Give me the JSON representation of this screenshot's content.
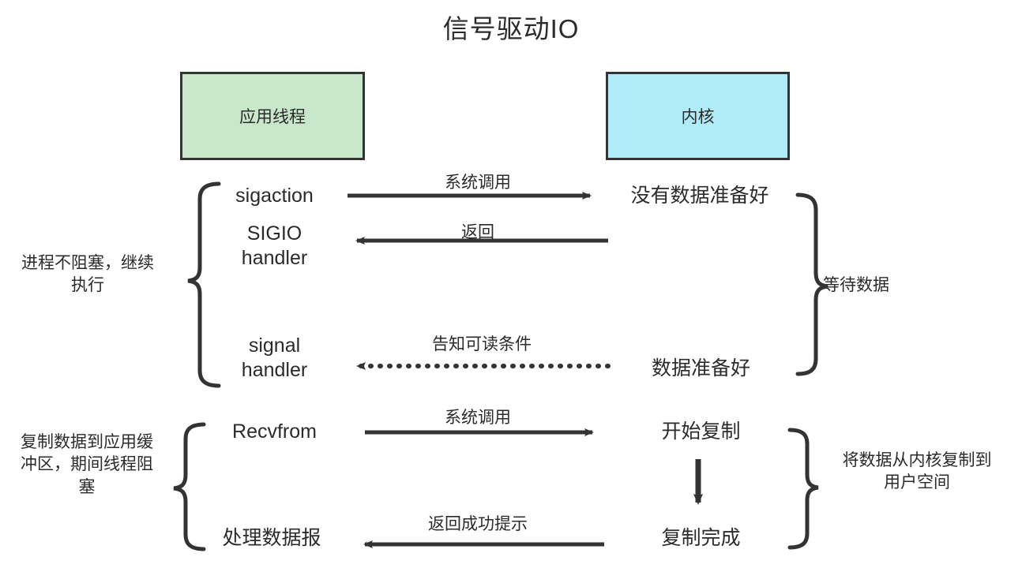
{
  "title": "信号驱动IO",
  "colors": {
    "app_box_fill": "#c9e7cb",
    "kernel_box_fill": "#b0ecf7",
    "stroke": "#333333",
    "text": "#2b2b2b",
    "background": "#ffffff"
  },
  "boxes": {
    "app": {
      "label": "应用线程"
    },
    "kernel": {
      "label": "内核"
    }
  },
  "left_notes": {
    "nonblocking": "进程不阻塞，继续\n执行",
    "copying": "复制数据到应用缓\n冲区，期间线程阻\n塞"
  },
  "right_notes": {
    "waiting": "等待数据",
    "copy_to_user": "将数据从内核复制到\n用户空间"
  },
  "app_steps": [
    {
      "label": "sigaction"
    },
    {
      "label": "SIGIO\nhandler"
    },
    {
      "label": "signal\nhandler"
    },
    {
      "label": "Recvfrom"
    },
    {
      "label": "处理数据报"
    }
  ],
  "kernel_steps": [
    {
      "label": "没有数据准备好"
    },
    {
      "label": "数据准备好"
    },
    {
      "label": "开始复制"
    },
    {
      "label": "复制完成"
    }
  ],
  "arrows": [
    {
      "label": "系统调用",
      "direction": "right",
      "style": "solid"
    },
    {
      "label": "返回",
      "direction": "left",
      "style": "solid"
    },
    {
      "label": "告知可读条件",
      "direction": "left",
      "style": "dotted"
    },
    {
      "label": "系统调用",
      "direction": "right",
      "style": "solid"
    },
    {
      "label": "返回成功提示",
      "direction": "left",
      "style": "solid"
    },
    {
      "label": "",
      "direction": "down",
      "style": "solid"
    }
  ]
}
